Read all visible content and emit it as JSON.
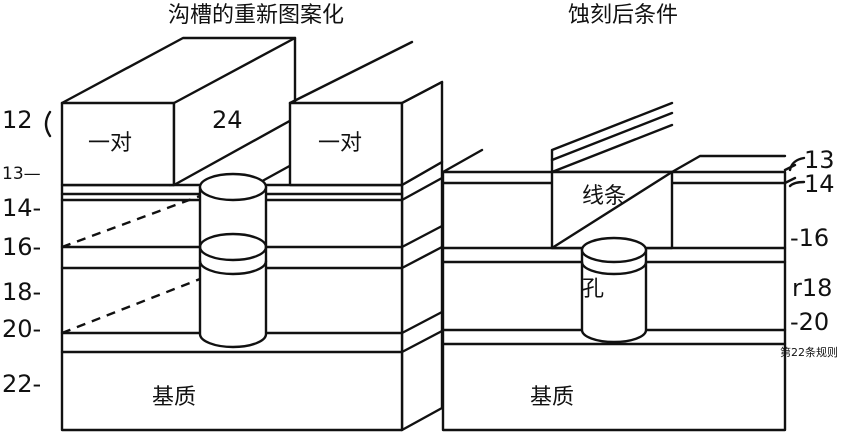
{
  "titles": {
    "left": "沟槽的重新图案化",
    "right": "蚀刻后条件"
  },
  "left_labels": {
    "ref_12": "12",
    "ref_13": "13—",
    "ref_14": "14-",
    "ref_16": "16-",
    "ref_18": "18-",
    "ref_20": "20-",
    "ref_22": "22-",
    "trench": "24",
    "pair_a": "一对",
    "pair_b": "一对",
    "substrate": "基质"
  },
  "right_labels": {
    "ref_13": "13",
    "ref_14": "14",
    "ref_16": "-16",
    "ref_18": "r18",
    "ref_20": "-20",
    "line": "线条",
    "hole": "孔",
    "substrate": "基质",
    "rule": "第22条规则"
  }
}
